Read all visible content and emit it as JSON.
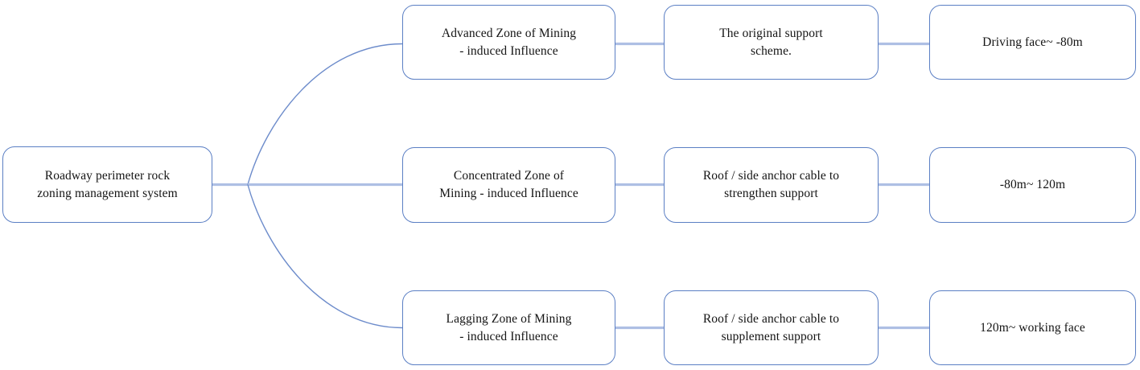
{
  "diagram": {
    "type": "horizontal-tree-flowchart",
    "root": {
      "label": "Roadway perimeter rock\nzoning management system"
    },
    "colors": {
      "node_border": "#5b7fc4",
      "connector": "#aebfe4",
      "connector_curve": "#6d8ccb",
      "node_fill": "#ffffff",
      "text": "#141414",
      "background": "#ffffff"
    },
    "branches": [
      {
        "zone": "Advanced Zone of Mining\n- induced Influence",
        "scheme": "The original support\nscheme.",
        "range": "Driving face~ -80m"
      },
      {
        "zone": "Concentrated Zone of\nMining - induced Influence",
        "scheme": "Roof / side anchor cable to\nstrengthen support",
        "range": "-80m~ 120m"
      },
      {
        "zone": "Lagging Zone of Mining\n- induced Influence",
        "scheme": "Roof / side anchor cable to\nsupplement support",
        "range": "120m~ working face"
      }
    ]
  }
}
